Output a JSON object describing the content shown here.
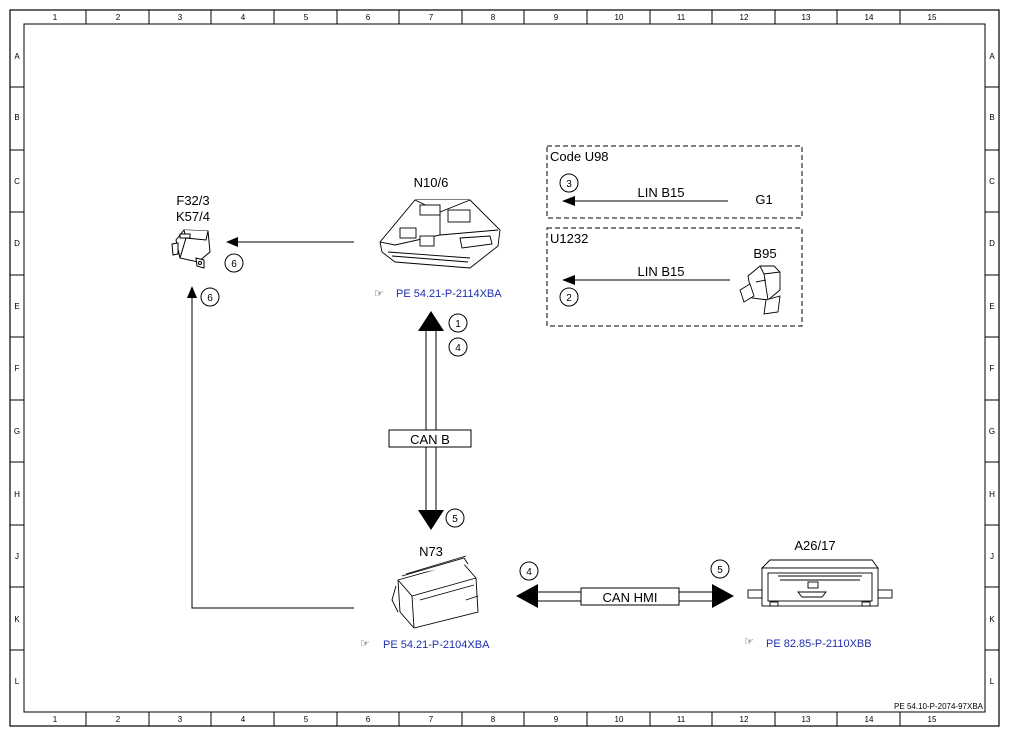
{
  "frame": {
    "columns": [
      "1",
      "2",
      "3",
      "4",
      "5",
      "6",
      "7",
      "8",
      "9",
      "10",
      "11",
      "12",
      "13",
      "14",
      "15"
    ],
    "rows": [
      "A",
      "B",
      "C",
      "D",
      "E",
      "F",
      "G",
      "H",
      "J",
      "K",
      "L"
    ],
    "doc_ref": "PE 54.10-P-2074-97XBA"
  },
  "components": {
    "f32_label": "F32/3",
    "k57_label": "K57/4",
    "n10_label": "N10/6",
    "n10_ref": "PE 54.21-P-2114XBA",
    "n73_label": "N73",
    "n73_ref": "PE 54.21-P-2104XBA",
    "a26_label": "A26/17",
    "a26_ref": "PE 82.85-P-2110XBB",
    "g1_label": "G1",
    "b95_label": "B95"
  },
  "boxes": {
    "code_u98": "Code U98",
    "u1232": "U1232"
  },
  "buses": {
    "lin_top": "LIN B15",
    "lin_bottom": "LIN B15",
    "can_b": "CAN B",
    "can_hmi": "CAN HMI"
  },
  "markers": {
    "m1": "1",
    "m2": "2",
    "m3": "3",
    "m4a": "4",
    "m4b": "4",
    "m5a": "5",
    "m5b": "5",
    "m6a": "6",
    "m6b": "6"
  },
  "colors": {
    "link": "#1f2fb0",
    "line": "#000000"
  }
}
